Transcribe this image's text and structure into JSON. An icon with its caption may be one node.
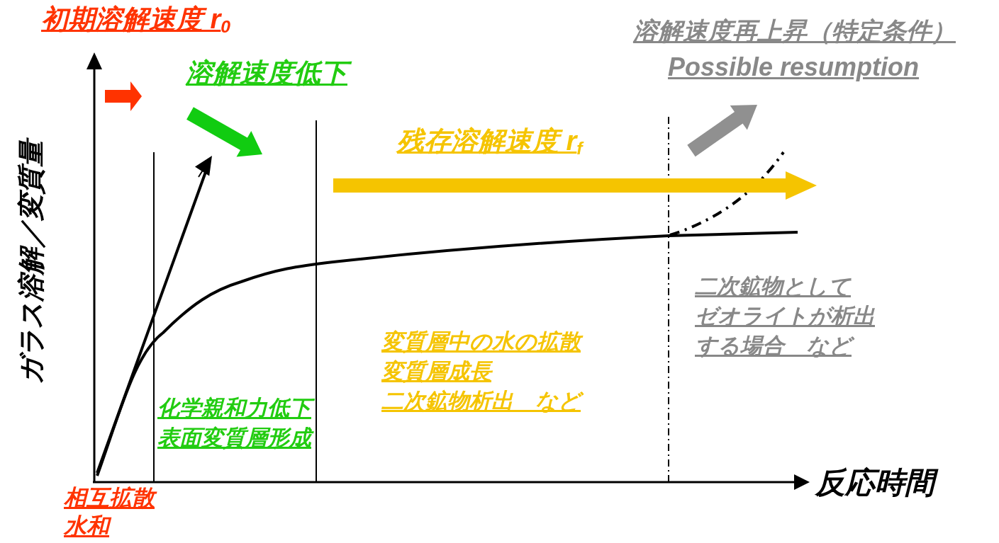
{
  "diagram": {
    "labels": [
      "初期溶解速度 r$_{0}$",
      "溶解速度再上昇（特定条件）",
      "Possible resumption",
      "溶解速度低下",
      "ガラス溶解／変質量",
      "残存溶解速度 r$_{f}$",
      "二次鉱物として",
      "ゼオライトが析出",
      "する場合　など",
      "変質層中の水の拡散",
      "変質層成長",
      "二次鉱物析出　など",
      "化学親和力低下",
      "表面変質層形成",
      "反応時間",
      "相互拡散",
      "水和"
    ]
  }
}
